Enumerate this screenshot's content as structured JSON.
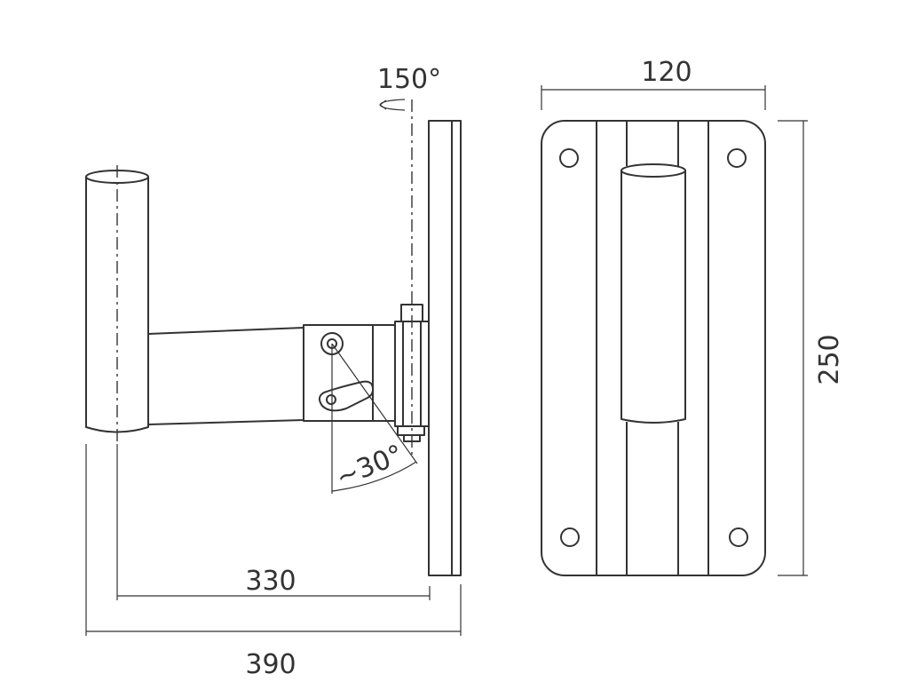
{
  "labels": {
    "rotation_angle": "150°",
    "tilt_angle": "~30°",
    "arm_length": "330",
    "total_depth": "390",
    "plate_width": "120",
    "plate_height": "250"
  }
}
